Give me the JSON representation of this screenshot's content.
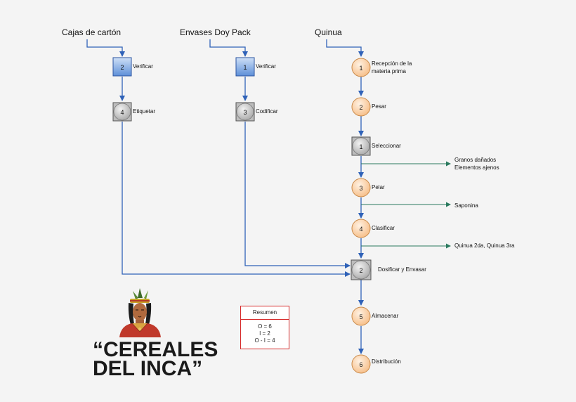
{
  "inputs": [
    {
      "id": "cajas",
      "label": "Cajas de cartón"
    },
    {
      "id": "envases",
      "label": "Envases Doy Pack"
    },
    {
      "id": "quinua",
      "label": "Quinua"
    }
  ],
  "nodes": [
    {
      "id": "c2",
      "shape": "inspection",
      "number": "2",
      "label": [
        "Verificar"
      ]
    },
    {
      "id": "c4",
      "shape": "combined",
      "number": "4",
      "label": [
        "Etiquetar"
      ]
    },
    {
      "id": "e1",
      "shape": "inspection",
      "number": "1",
      "label": [
        "Verificar"
      ]
    },
    {
      "id": "e3",
      "shape": "combined",
      "number": "3",
      "label": [
        "Codificar"
      ]
    },
    {
      "id": "q1",
      "shape": "operation",
      "number": "1",
      "label": [
        "Recepción de la",
        "materia prima"
      ]
    },
    {
      "id": "q2",
      "shape": "operation",
      "number": "2",
      "label": [
        "Pesar"
      ]
    },
    {
      "id": "q3",
      "shape": "combined",
      "number": "1",
      "label": [
        "Seleccionar"
      ]
    },
    {
      "id": "q4",
      "shape": "operation",
      "number": "3",
      "label": [
        "Pelar"
      ]
    },
    {
      "id": "q5",
      "shape": "operation",
      "number": "4",
      "label": [
        "Clasificar"
      ]
    },
    {
      "id": "q6",
      "shape": "combined",
      "number": "2",
      "label": [
        "Dosificar y Envasar"
      ]
    },
    {
      "id": "q7",
      "shape": "operation",
      "number": "5",
      "label": [
        "Almacenar"
      ]
    },
    {
      "id": "q8",
      "shape": "operation",
      "number": "6",
      "label": [
        "Distribución"
      ]
    }
  ],
  "outputs": [
    {
      "id": "o1",
      "label": [
        "Granos dañados",
        "Elementos ajenos"
      ]
    },
    {
      "id": "o2",
      "label": [
        "Saponina"
      ]
    },
    {
      "id": "o3",
      "label": [
        "Quinua 2da, Quinua 3ra"
      ]
    }
  ],
  "summary": {
    "title": "Resumen",
    "lines": [
      "O = 6",
      "I = 2",
      "O - I = 4"
    ]
  },
  "brand": {
    "line1": "“CEREALES",
    "line2": "DEL INCA”"
  },
  "colors": {
    "flow_line": "#2f62b8",
    "output_line": "#2a7a5e",
    "operation_fill": "#fbd3a8",
    "operation_stroke": "#c98a4a",
    "inspection_fill": "#6a9be0",
    "combined_fill": "#c9c9c9",
    "summary_border": "#d62a2a"
  }
}
